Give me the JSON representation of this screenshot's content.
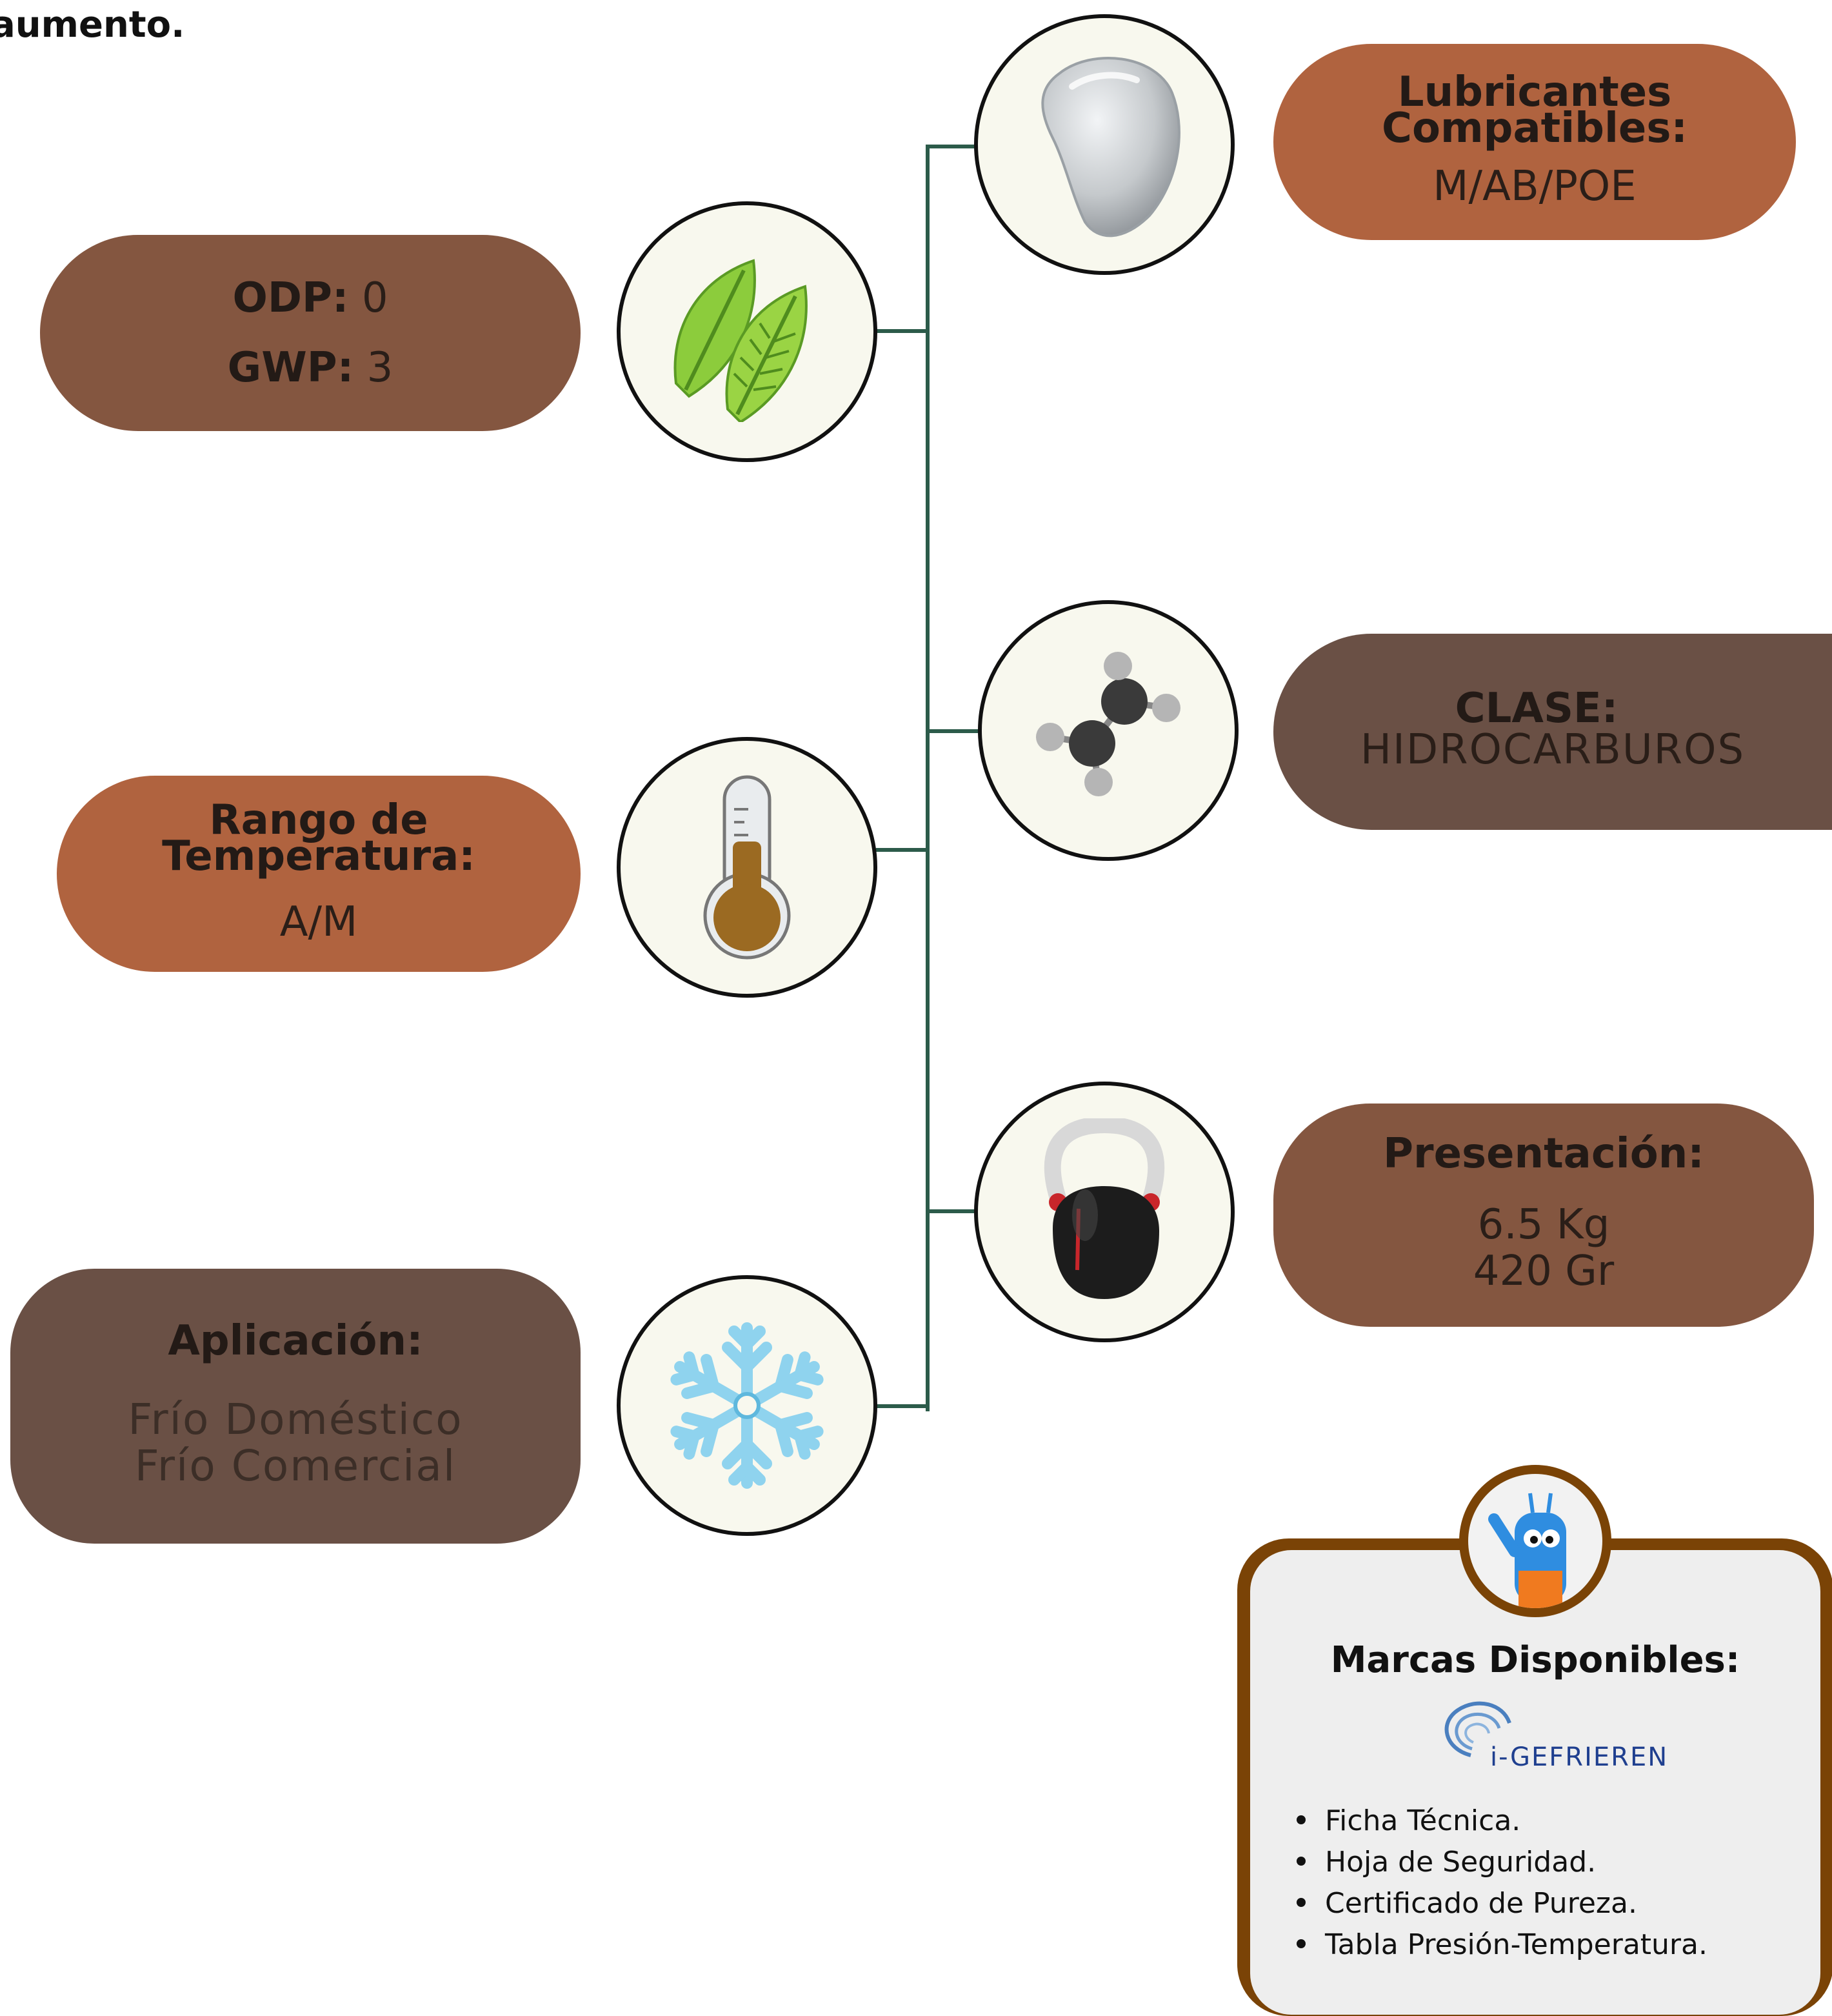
{
  "header": {
    "text": "aumento."
  },
  "left_pills": {
    "environmental": {
      "odp_label": "ODP:",
      "odp_value": "0",
      "gwp_label": "GWP:",
      "gwp_value": "3"
    },
    "temperature": {
      "label_line1": "Rango de",
      "label_line2": "Temperatura:",
      "value": "A/M"
    },
    "application": {
      "label": "Aplicación:",
      "values": [
        "Frío Doméstico",
        "Frío Comercial"
      ]
    }
  },
  "right_pills": {
    "lubricants": {
      "label_line1": "Lubricantes",
      "label_line2": "Compatibles:",
      "value": "M/AB/POE"
    },
    "class": {
      "label": "CLASE:",
      "value": "HIDROCARBUROS"
    },
    "presentation": {
      "label": "Presentación:",
      "values": [
        "6.5 Kg",
        "420 Gr"
      ]
    }
  },
  "icons": {
    "leaf": "leaf-icon",
    "thermometer": "thermometer-icon",
    "snowflake": "snowflake-icon",
    "oil_drop": "oil-drop-icon",
    "molecule": "molecule-icon",
    "kettlebell": "kettlebell-icon"
  },
  "brands_card": {
    "title": "Marcas Disponibles:",
    "brand_name": "i-GEFRIEREN",
    "documents": [
      "Ficha Técnica.",
      "Hoja de Seguridad.",
      "Certificado de Pureza.",
      "Tabla Presión-Temperatura."
    ]
  },
  "colors": {
    "connector": "#2c5b4a",
    "pill_brown": "#845640",
    "pill_orange": "#b0633f",
    "pill_dark": "#6a5045",
    "card_border": "#7a4306"
  }
}
